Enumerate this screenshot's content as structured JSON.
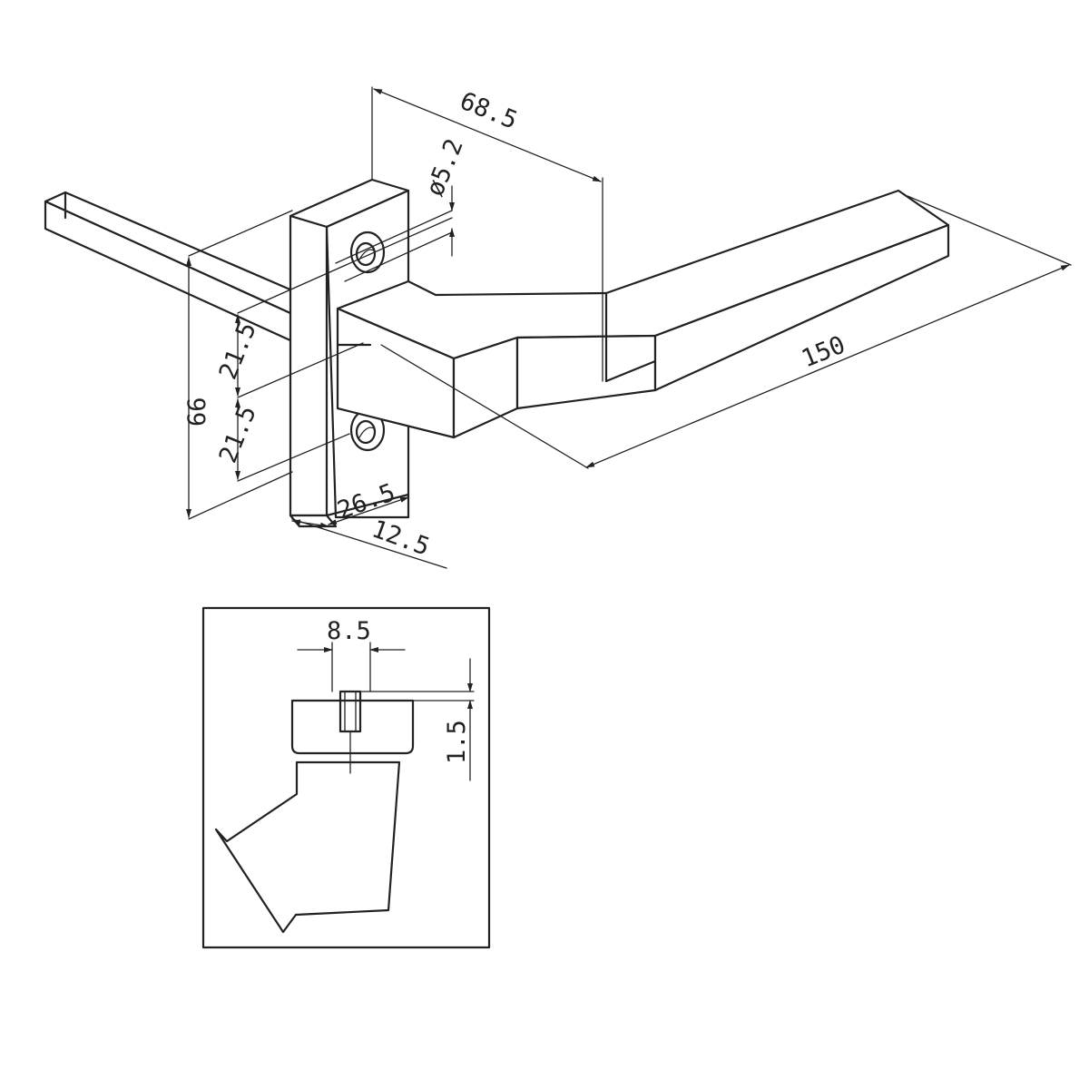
{
  "dimensions": {
    "offset_top": "68.5",
    "hole_diameter": "ø5.2",
    "handle_length": "150",
    "height_total": "66",
    "pitch_upper": "21.5",
    "pitch_lower": "21.5",
    "base_width": "26.5",
    "base_depth": "12.5",
    "detail_width": "8.5",
    "detail_depth": "1.5"
  }
}
